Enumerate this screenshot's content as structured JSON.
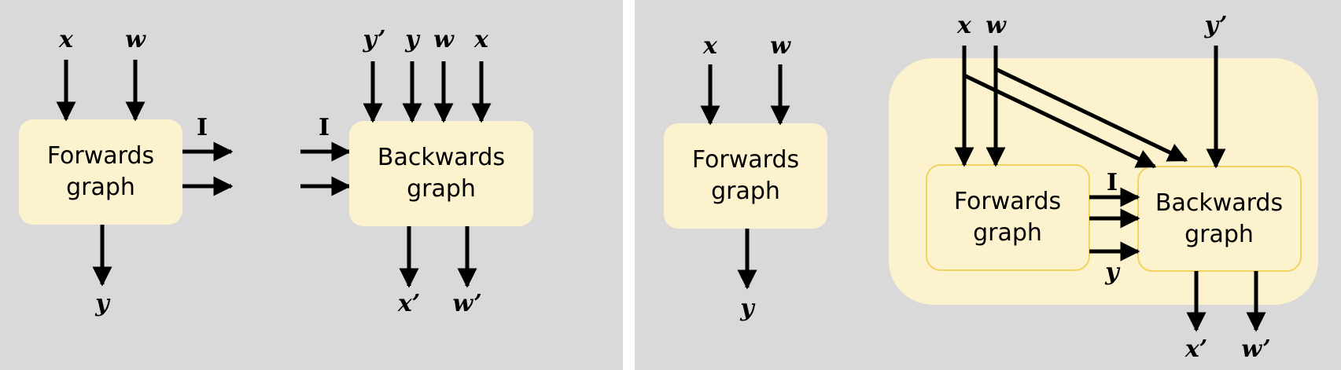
{
  "diagram": {
    "left_panel": {
      "forward_box": {
        "line1": "Forwards",
        "line2": "graph"
      },
      "forward_inputs": [
        "x",
        "w"
      ],
      "forward_output": "y",
      "intermediate_label_out": "I",
      "intermediate_label_in": "I",
      "backward_box": {
        "line1": "Backwards",
        "line2": "graph"
      },
      "backward_inputs": [
        "y’",
        "y",
        "w",
        "x"
      ],
      "backward_outputs": [
        "x’",
        "w’"
      ]
    },
    "right_panel": {
      "forward_box": {
        "line1": "Forwards",
        "line2": "graph"
      },
      "forward_inputs": [
        "x",
        "w"
      ],
      "forward_output": "y",
      "fused_inputs": [
        "x",
        "w",
        "y’"
      ],
      "inner_forward_box": {
        "line1": "Forwards",
        "line2": "graph"
      },
      "inner_backward_box": {
        "line1": "Backwards",
        "line2": "graph"
      },
      "intermediate_label": "I",
      "inner_output_label": "y",
      "fused_outputs": [
        "x’",
        "w’"
      ]
    }
  },
  "colors": {
    "background": "#d9d9d9",
    "divider": "#ffffff",
    "box_fill": "#fcf2cd",
    "inner_box_stroke": "#f2d35e",
    "arrow": "#000000"
  }
}
